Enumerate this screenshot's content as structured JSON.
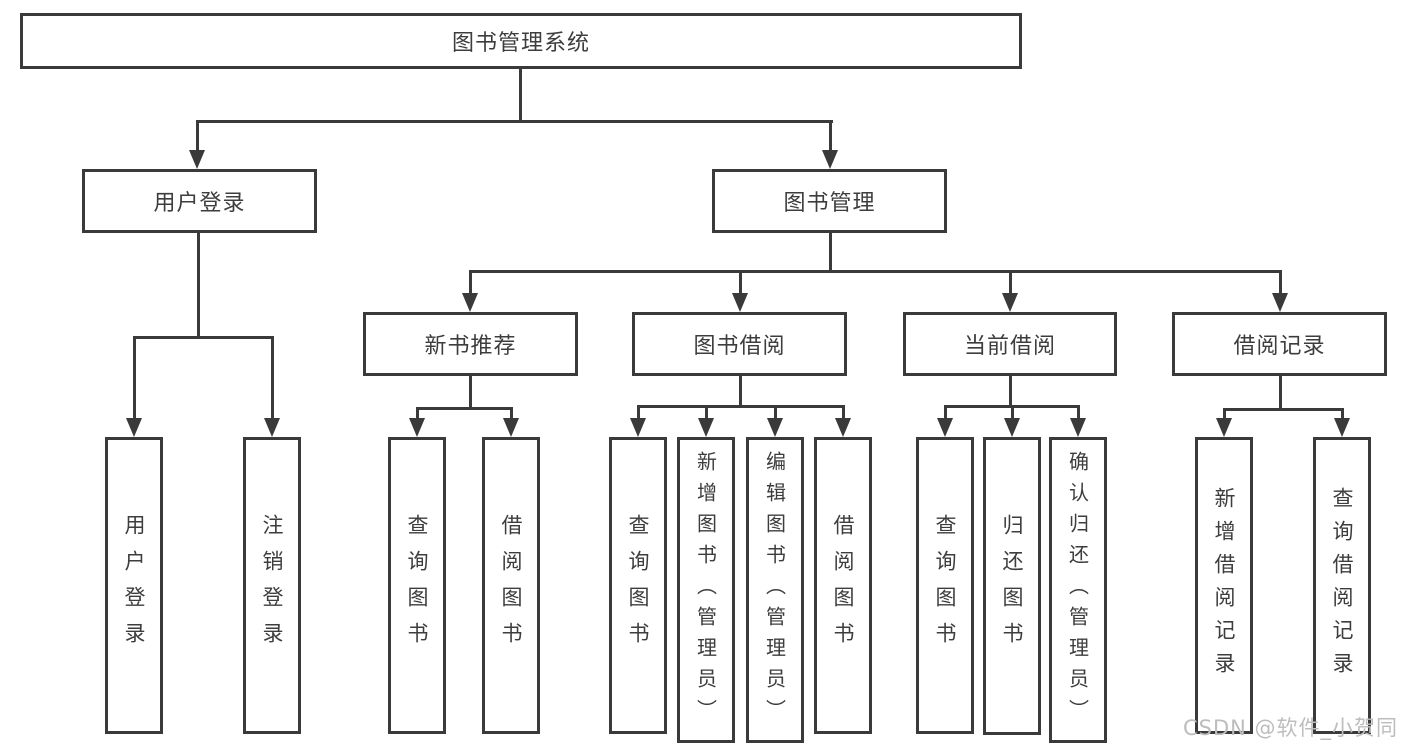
{
  "tree": {
    "root": {
      "label": "图书管理系统"
    },
    "level2": [
      {
        "label": "用户登录",
        "children": [
          {
            "label": "用户登录"
          },
          {
            "label": "注销登录"
          }
        ]
      },
      {
        "label": "图书管理",
        "children": [
          {
            "label": "新书推荐",
            "children": [
              {
                "label": "查询图书"
              },
              {
                "label": "借阅图书"
              }
            ]
          },
          {
            "label": "图书借阅",
            "children": [
              {
                "label": "查询图书"
              },
              {
                "label": "新增图书（管理员）"
              },
              {
                "label": "编辑图书（管理员）"
              },
              {
                "label": "借阅图书"
              }
            ]
          },
          {
            "label": "当前借阅",
            "children": [
              {
                "label": "查询图书"
              },
              {
                "label": "归还图书"
              },
              {
                "label": "确认归还（管理员）"
              }
            ]
          },
          {
            "label": "借阅记录",
            "children": [
              {
                "label": "新增借阅记录"
              },
              {
                "label": "查询借阅记录"
              }
            ]
          }
        ]
      }
    ]
  },
  "watermark": "CSDN @软件_小贺同学",
  "colors": {
    "ink": "#3a3a3a",
    "watermark": "#bdbdbd",
    "background": "#ffffff"
  }
}
